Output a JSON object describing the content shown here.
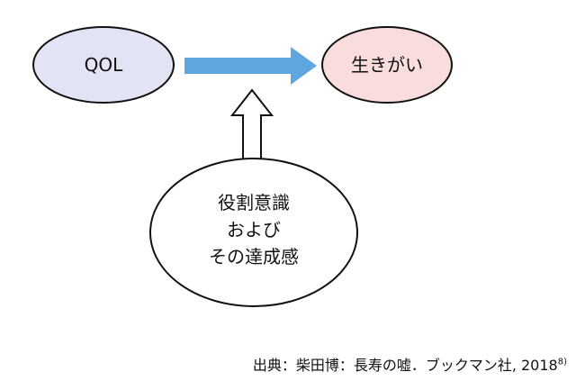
{
  "diagram": {
    "nodes": {
      "qol": {
        "label": "QOL",
        "fill": "#e3e3f6"
      },
      "ikigai": {
        "label": "生きがい",
        "fill": "#f9dcdc"
      },
      "role": {
        "lines": [
          "役割意識",
          "および",
          "その達成感"
        ],
        "fill": "#ffffff"
      }
    },
    "arrow_color": "#5ea6df",
    "outline_color": "#111111"
  },
  "source": {
    "text": "出典：柴田博：長寿の嘘．ブックマン社, 2018",
    "ref": "8)"
  }
}
